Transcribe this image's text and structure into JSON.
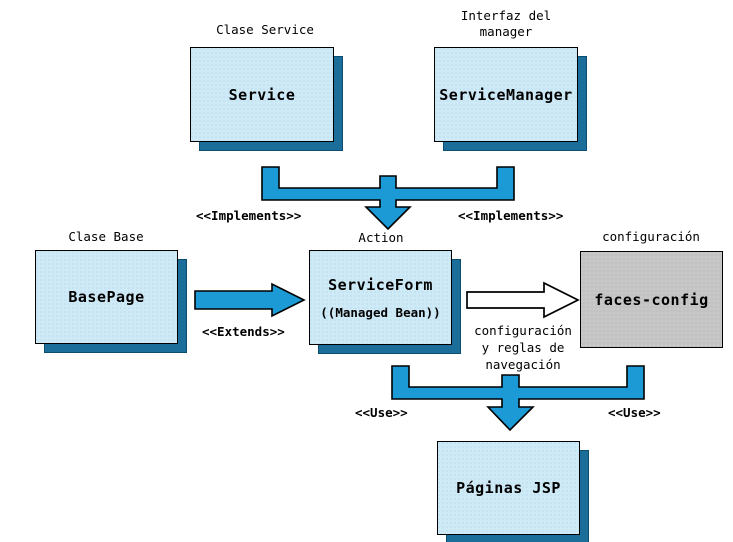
{
  "diagram": {
    "title": "JSF architecture diagram",
    "colors": {
      "node_fill": "#cfeaf7",
      "node_shadow": "#1b6e99",
      "arrow_blue": "#1b9ad6",
      "arrow_blue_stroke": "#000000",
      "gray_fill": "#c3c3c3",
      "background": "#ffffff"
    },
    "nodes": [
      {
        "id": "service",
        "caption": "Clase Service",
        "label": "Service",
        "sublabel": ""
      },
      {
        "id": "servicemanager",
        "caption": "Interfaz del\nmanager",
        "label": "ServiceManager",
        "sublabel": ""
      },
      {
        "id": "basepage",
        "caption": "Clase Base",
        "label": "BasePage",
        "sublabel": ""
      },
      {
        "id": "serviceform",
        "caption": "Action",
        "label": "ServiceForm",
        "sublabel": "((Managed Bean))"
      },
      {
        "id": "facesconfig",
        "caption": "configuración",
        "label": "faces-config",
        "sublabel": ""
      },
      {
        "id": "paginasjsp",
        "caption": "",
        "label": "Páginas JSP",
        "sublabel": ""
      }
    ],
    "edges": [
      {
        "id": "implements-left",
        "label": "<<Implements>>"
      },
      {
        "id": "implements-right",
        "label": "<<Implements>>"
      },
      {
        "id": "extends",
        "label": "<<Extends>>"
      },
      {
        "id": "config-rules",
        "label": "configuración\ny reglas de\nnavegación"
      },
      {
        "id": "use-left",
        "label": "<<Use>>"
      },
      {
        "id": "use-right",
        "label": "<<Use>>"
      }
    ]
  }
}
